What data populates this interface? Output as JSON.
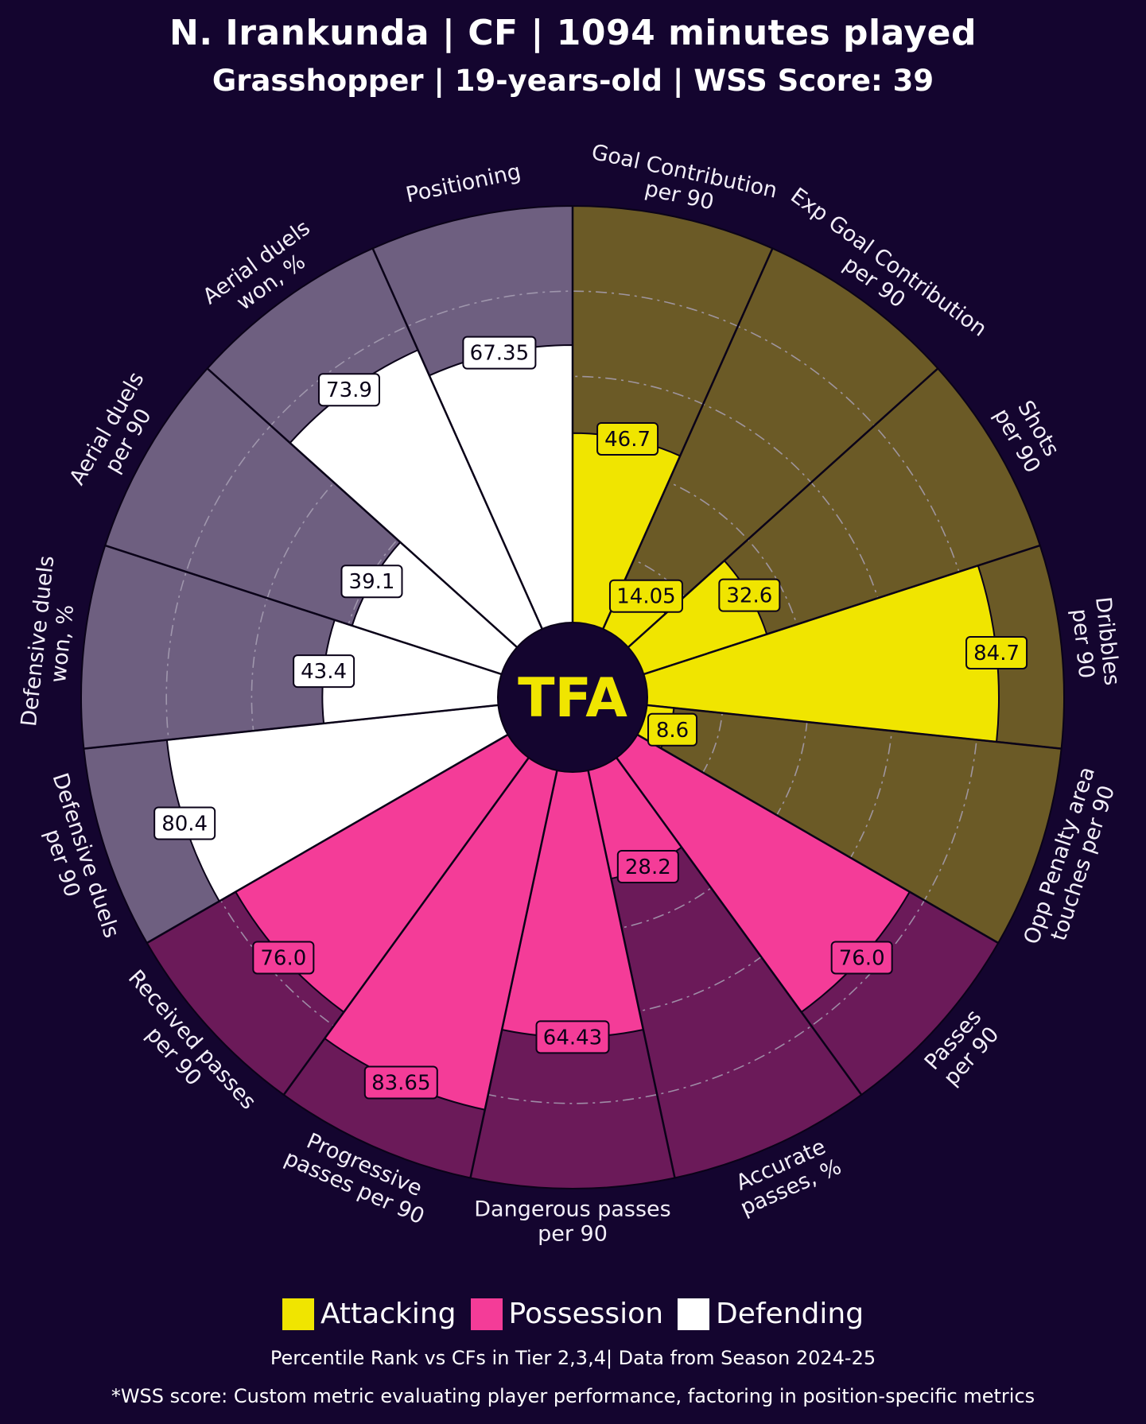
{
  "header": {
    "title": "N. Irankunda | CF | 1094 minutes played",
    "subtitle": "Grasshopper | 19-years-old | WSS Score: 39"
  },
  "logo": {
    "text": "TFA"
  },
  "colors": {
    "background": "#14052f",
    "attacking": "#f0e500",
    "attacking_bg": "#6b5a26",
    "possession": "#f43c98",
    "possession_bg": "#6b1a59",
    "defending": "#ffffff",
    "defending_bg": "#6e5f80",
    "logo_text": "#f0e500"
  },
  "legend": {
    "items": [
      {
        "label": "Attacking",
        "color": "#f0e500"
      },
      {
        "label": "Possession",
        "color": "#f43c98"
      },
      {
        "label": "Defending",
        "color": "#ffffff"
      }
    ]
  },
  "footnotes": {
    "line1": "Percentile Rank vs CFs in Tier 2,3,4| Data from Season 2024-25",
    "line2": "*WSS score: Custom metric evaluating player performance, factoring in position-specific metrics"
  },
  "chart_data": {
    "type": "polar_bar",
    "rlim": [
      0,
      100
    ],
    "grid_rings": [
      20,
      40,
      60,
      80
    ],
    "series_order": "clockwise from top",
    "metrics": [
      {
        "label": "Goal Contribution\nper 90",
        "value": 46.7,
        "display": "46.7",
        "group": "Attacking"
      },
      {
        "label": "Exp Goal Contribution\nper 90",
        "value": 14.05,
        "display": "14.05",
        "group": "Attacking"
      },
      {
        "label": "Shots\nper 90",
        "value": 32.6,
        "display": "32.6",
        "group": "Attacking"
      },
      {
        "label": "Dribbles\nper 90",
        "value": 84.7,
        "display": "84.7",
        "group": "Attacking"
      },
      {
        "label": "Opp Penalty area\ntouches per 90",
        "value": 8.6,
        "display": "8.6",
        "group": "Attacking"
      },
      {
        "label": "Passes\nper 90",
        "value": 76.0,
        "display": "76.0",
        "group": "Possession"
      },
      {
        "label": "Accurate\npasses, %",
        "value": 28.2,
        "display": "28.2",
        "group": "Possession"
      },
      {
        "label": "Dangerous passes\nper 90",
        "value": 64.43,
        "display": "64.43",
        "group": "Possession"
      },
      {
        "label": "Progressive\npasses per 90",
        "value": 83.65,
        "display": "83.65",
        "group": "Possession"
      },
      {
        "label": "Received passes\nper 90",
        "value": 76.0,
        "display": "76.0",
        "group": "Possession"
      },
      {
        "label": "Defensive duels\nper 90",
        "value": 80.4,
        "display": "80.4",
        "group": "Defending"
      },
      {
        "label": "Defensive duels\nwon, %",
        "value": 43.4,
        "display": "43.4",
        "group": "Defending"
      },
      {
        "label": "Aerial duels\nper 90",
        "value": 39.1,
        "display": "39.1",
        "group": "Defending"
      },
      {
        "label": "Aerial duels\nwon, %",
        "value": 73.9,
        "display": "73.9",
        "group": "Defending"
      },
      {
        "label": "Positioning",
        "value": 67.35,
        "display": "67.35",
        "group": "Defending"
      }
    ]
  }
}
